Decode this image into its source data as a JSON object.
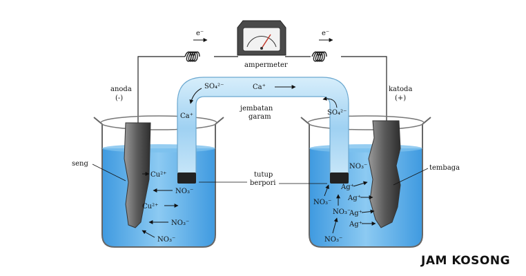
{
  "meter": {
    "label": "ampermeter"
  },
  "wire": {
    "electron_left": "e⁻",
    "electron_right": "e⁻"
  },
  "left_cell": {
    "electrode_label": "anoda",
    "electrode_sign": "(-)",
    "metal_label": "seng",
    "ions": {
      "cu1": "Cu²⁺",
      "no3_1": "NO₃⁻",
      "cu2": "Cu²⁺",
      "no3_2": "NO₃⁻",
      "no3_3": "NO₃⁻"
    }
  },
  "right_cell": {
    "electrode_label": "katoda",
    "electrode_sign": "(+)",
    "metal_label": "tembaga",
    "ions": {
      "no3_1": "NO₃⁻",
      "ag1": "Ag⁺",
      "ag2": "Ag⁺",
      "no3_2": "NO₃⁻",
      "no3_3": "NO₃⁻",
      "ag3": "Ag⁺",
      "ag4": "Ag⁺",
      "no3_4": "NO₃⁻"
    }
  },
  "salt_bridge": {
    "label_line1": "jembatan",
    "label_line2": "garam",
    "ion_so4_left": "SO₄²⁻",
    "ion_ca_top": "Ca⁺",
    "ion_ca_left": "Ca⁺",
    "ion_so4_right": "SO₄²⁻",
    "plug_line1": "tutup",
    "plug_line2": "berpori"
  },
  "brand": {
    "text": "JAM KOSONG"
  },
  "colors": {
    "solution": "#5aaee8",
    "bridge": "#a8d6f3",
    "brand": "#111111"
  }
}
